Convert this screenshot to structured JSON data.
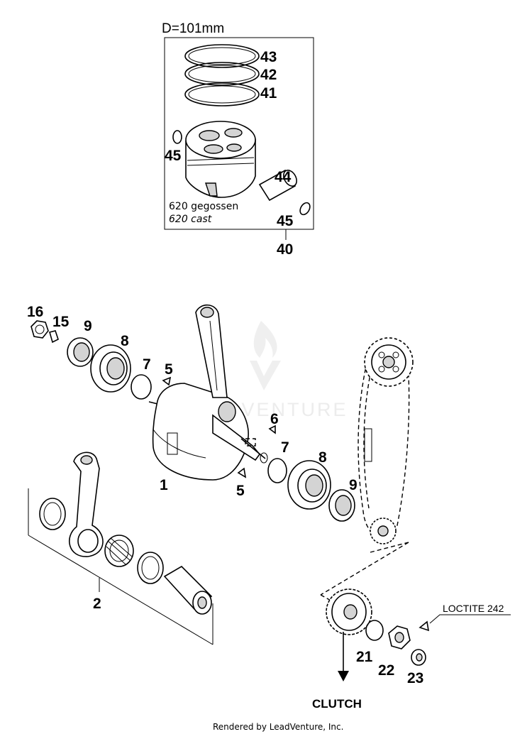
{
  "header": {
    "bore_label": "D=101mm"
  },
  "piston_box": {
    "note_line1": "620 gegossen",
    "note_line2": "620 cast"
  },
  "callouts": {
    "c43": "43",
    "c42": "42",
    "c41": "41",
    "c45a": "45",
    "c44": "44",
    "c45b": "45",
    "c40": "40",
    "c16": "16",
    "c15": "15",
    "c9a": "9",
    "c8a": "8",
    "c7a": "7",
    "c5a": "5",
    "c6": "6",
    "c7b": "7",
    "c8b": "8",
    "c9b": "9",
    "c5b": "5",
    "c1": "1",
    "c2": "2",
    "c21": "21",
    "c22": "22",
    "c23": "23"
  },
  "loctite": "LOCTITE 242",
  "clutch": "CLUTCH",
  "watermark": "LEADVENTURE",
  "footer": "Rendered by LeadVenture, Inc."
}
